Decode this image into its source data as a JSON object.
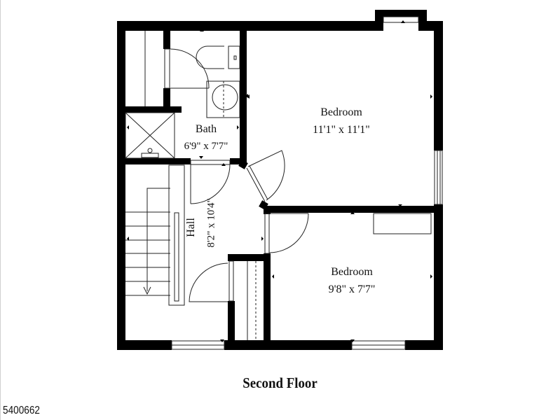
{
  "floor_title": "Second Floor",
  "listing_id": "5400662",
  "rooms": {
    "bedroom_1": {
      "name": "Bedroom",
      "dimensions": "11'1\" x 11'1\""
    },
    "bath": {
      "name": "Bath",
      "dimensions": "6'9\" x 7'7\""
    },
    "hall": {
      "name": "Hall",
      "dimensions": "8'2\" x 10'4\""
    },
    "bedroom_2": {
      "name": "Bedroom",
      "dimensions": "9'8\" x 7'7\""
    }
  },
  "colors": {
    "wall": "#000000",
    "background": "#ffffff",
    "line": "#222222"
  }
}
